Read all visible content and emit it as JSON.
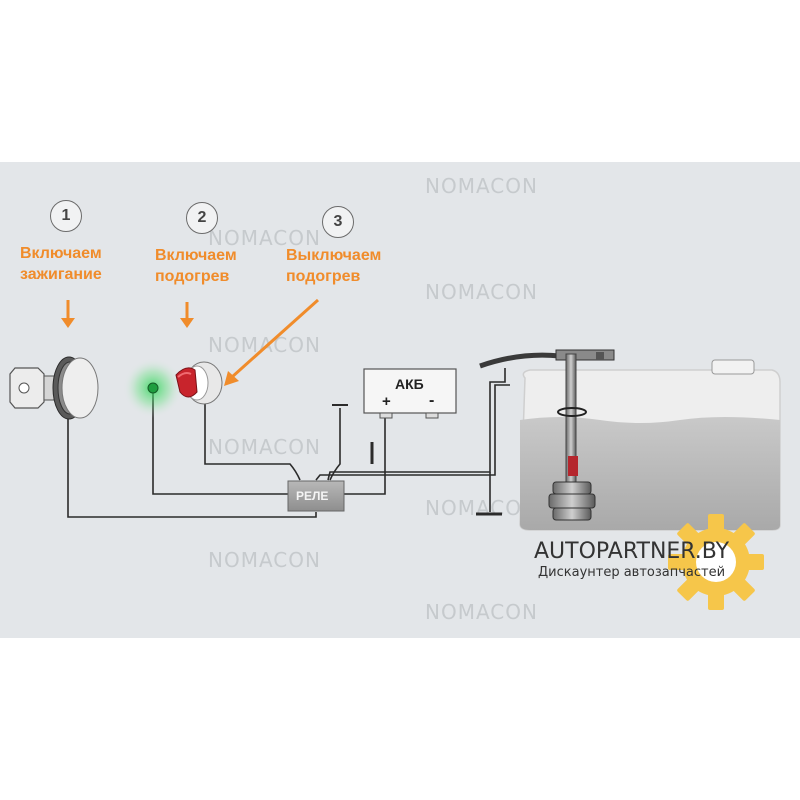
{
  "watermark": "NOMACON",
  "steps": [
    {
      "number": "1",
      "label": "Включаем\nзажигание"
    },
    {
      "number": "2",
      "label": "Включаем\nподогрев"
    },
    {
      "number": "3",
      "label": "Выключаем\nподогрев"
    }
  ],
  "components": {
    "battery": "АКБ",
    "battery_plus": "+",
    "battery_minus": "-",
    "relay": "РЕЛЕ"
  },
  "brand": {
    "name": "AUTOPARTNER.BY",
    "tagline": "Дискаунтер автозапчастей"
  },
  "colors": {
    "accent": "#f08c2b",
    "indicator": "#2fd35a",
    "button": "#c8242c",
    "gear": "#f6c64a"
  },
  "icons": [
    "ignition-key-icon",
    "heater-button-icon",
    "gear-icon"
  ]
}
